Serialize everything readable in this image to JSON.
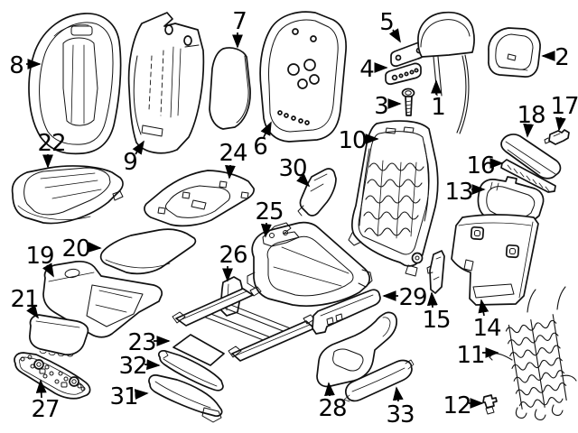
{
  "figure": {
    "background": "#ffffff",
    "line_color": "#111111",
    "label_color": "#000000"
  },
  "callouts": {
    "c1": "1",
    "c2": "2",
    "c3": "3",
    "c4": "4",
    "c5": "5",
    "c6": "6",
    "c7": "7",
    "c8": "8",
    "c9": "9",
    "c10": "10",
    "c11": "11",
    "c12": "12",
    "c13": "13",
    "c14": "14",
    "c15": "15",
    "c16": "16",
    "c17": "17",
    "c18": "18",
    "c19": "19",
    "c20": "20",
    "c21": "21",
    "c22": "22",
    "c23": "23",
    "c24": "24",
    "c25": "25",
    "c26": "26",
    "c27": "27",
    "c28": "28",
    "c29": "29",
    "c30": "30",
    "c31": "31",
    "c32": "32",
    "c33": "33"
  }
}
